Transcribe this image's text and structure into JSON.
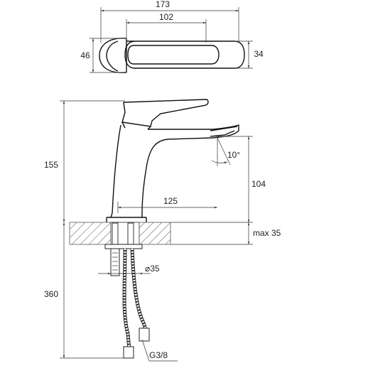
{
  "drawing": {
    "top_view": {
      "overall_length": "173",
      "handle_length": "102",
      "base_diameter": "46",
      "handle_width": "34"
    },
    "side_view": {
      "total_height": "155",
      "spout_height": "104",
      "spout_angle": "10°",
      "spout_reach": "125",
      "deck_thickness": "max 35",
      "hole_diameter": "⌀35",
      "hose_length": "360",
      "thread": "G3/8"
    }
  }
}
